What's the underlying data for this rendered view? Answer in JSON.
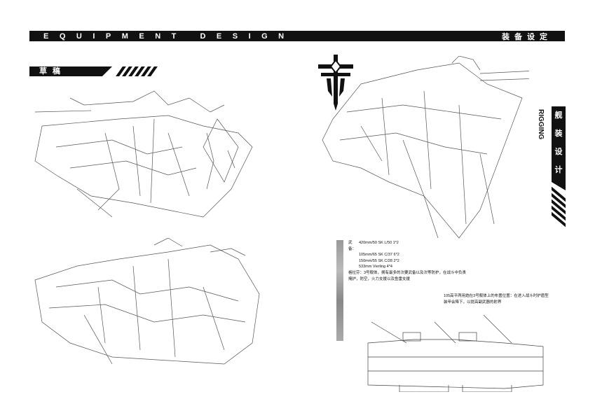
{
  "header": {
    "title_en": "EQUIPMENT DESIGN",
    "title_cn": "装备设定"
  },
  "draft": {
    "label": "草稿"
  },
  "rigging": {
    "label_en": "RIGGING",
    "label_cn": [
      "舰",
      "装",
      "设",
      "计"
    ]
  },
  "weapons": {
    "label": "武备：",
    "items": [
      "420mm/50 SK L/50  1*2",
      "105mm/65 SK C/37  6*2",
      "150mm/55 SK C/28  2*2",
      "533mm Vierling  4*4"
    ]
  },
  "description": "格拉芬：3号舰体，拥有最多的次要武备以及次等防护，在战斗中负责掩护，防空，火力支援以及鱼雷支援",
  "note": "105高平两用炮在3号舰体上的布置位置：在进入战斗时护盾型装甲会降下，以提高副武器的射界"
}
